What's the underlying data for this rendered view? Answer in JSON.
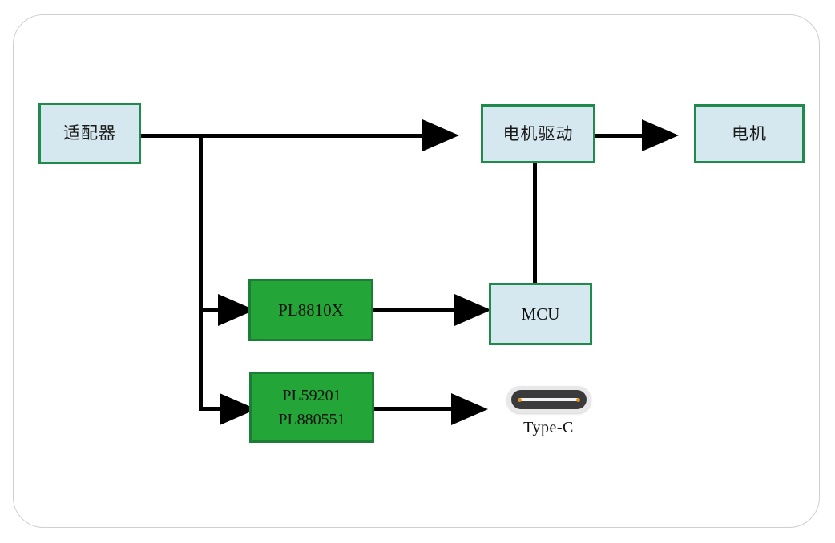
{
  "diagram": {
    "type": "block-diagram",
    "title": "",
    "frame": {
      "style": "rounded-rectangle",
      "border_color": "#cfcfcf"
    },
    "palette": {
      "block_blue_fill": "#d6e8ef",
      "block_blue_border": "#1f8a4c",
      "block_green_fill": "#23a637",
      "block_green_border": "#1b7e34",
      "connector": "#000000",
      "typec_body": "#3a3a3c",
      "typec_ring": "#e8e8e8",
      "typec_pin": "#e0921f"
    },
    "nodes": {
      "adapter": {
        "label": "适配器",
        "kind": "blue-block"
      },
      "motor_driver": {
        "label": "电机驱动",
        "kind": "blue-block"
      },
      "motor": {
        "label": "电机",
        "kind": "blue-block"
      },
      "mcu": {
        "label": "MCU",
        "kind": "blue-block"
      },
      "pl8810x": {
        "label": "PL8810X",
        "kind": "green-block"
      },
      "pl59201": {
        "line1": "PL59201",
        "line2": "PL880551",
        "kind": "green-block"
      },
      "typec": {
        "label": "Type-C",
        "kind": "connector-icon",
        "icon": "usb-type-c-icon"
      }
    },
    "edges": [
      {
        "from": "adapter",
        "to": "motor_driver",
        "arrow": true
      },
      {
        "from": "adapter",
        "to": "pl8810x",
        "arrow": true
      },
      {
        "from": "adapter",
        "to": "pl59201",
        "arrow": true
      },
      {
        "from": "motor_driver",
        "to": "motor",
        "arrow": true
      },
      {
        "from": "motor_driver",
        "to": "mcu",
        "arrow": false
      },
      {
        "from": "pl8810x",
        "to": "mcu",
        "arrow": true
      },
      {
        "from": "pl59201",
        "to": "typec",
        "arrow": true
      }
    ]
  }
}
